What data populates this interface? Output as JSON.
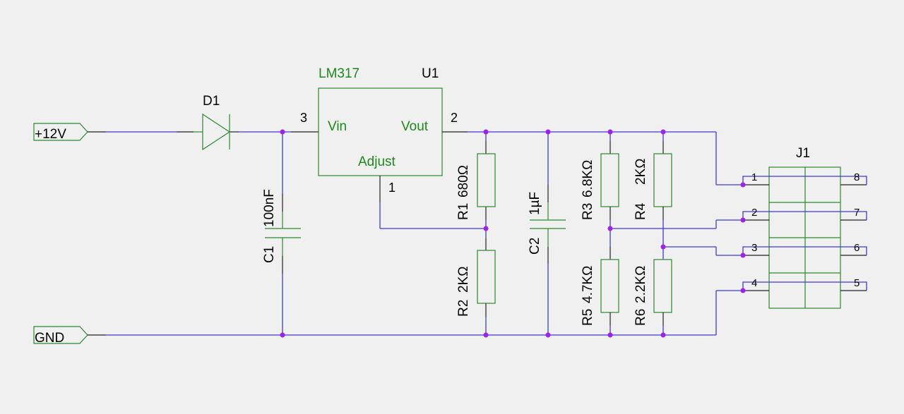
{
  "power_flags": [
    {
      "label": "+12V"
    },
    {
      "label": "GND"
    }
  ],
  "diode": {
    "ref": "D1"
  },
  "regulator": {
    "value": "LM317",
    "ref": "U1",
    "pins": {
      "vin_name": "Vin",
      "vout_name": "Vout",
      "adj_name": "Adjust",
      "vin_num": "3",
      "vout_num": "2",
      "adj_num": "1"
    }
  },
  "capacitors": [
    {
      "ref": "C1",
      "value": "100nF"
    },
    {
      "ref": "C2",
      "value": "1µF"
    }
  ],
  "resistors": [
    {
      "ref": "R1",
      "value": "680Ω"
    },
    {
      "ref": "R2",
      "value": "2KΩ"
    },
    {
      "ref": "R3",
      "value": "6.8KΩ"
    },
    {
      "ref": "R4",
      "value": "2KΩ"
    },
    {
      "ref": "R5",
      "value": "4.7KΩ"
    },
    {
      "ref": "R6",
      "value": "2.2KΩ"
    }
  ],
  "connector": {
    "ref": "J1",
    "pins_left": [
      "1",
      "2",
      "3",
      "4"
    ],
    "pins_right": [
      "8",
      "7",
      "6",
      "5"
    ]
  },
  "colors": {
    "wire": "#3a3ad8",
    "component": "#2a8a2a",
    "junction": "#a020f0",
    "background": "#f0f0f0"
  }
}
